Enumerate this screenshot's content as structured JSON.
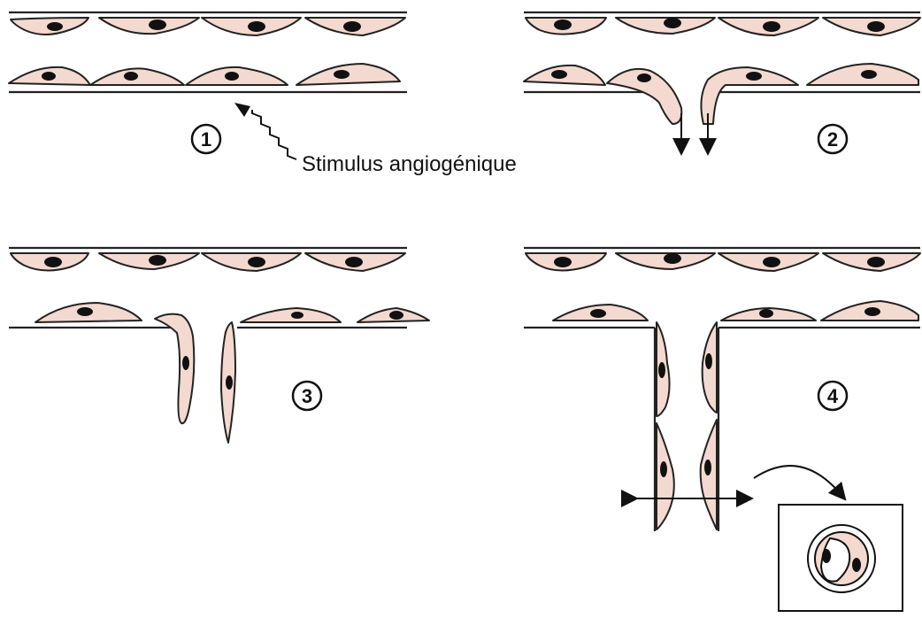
{
  "steps": [
    {
      "label": "1"
    },
    {
      "label": "2"
    },
    {
      "label": "3"
    },
    {
      "label": "4"
    }
  ],
  "stimulus": {
    "text": "Stimulus angiogénique"
  },
  "colors": {
    "cell_fill": "#f3d9cf",
    "outline": "#222222",
    "nucleus": "#111111"
  }
}
